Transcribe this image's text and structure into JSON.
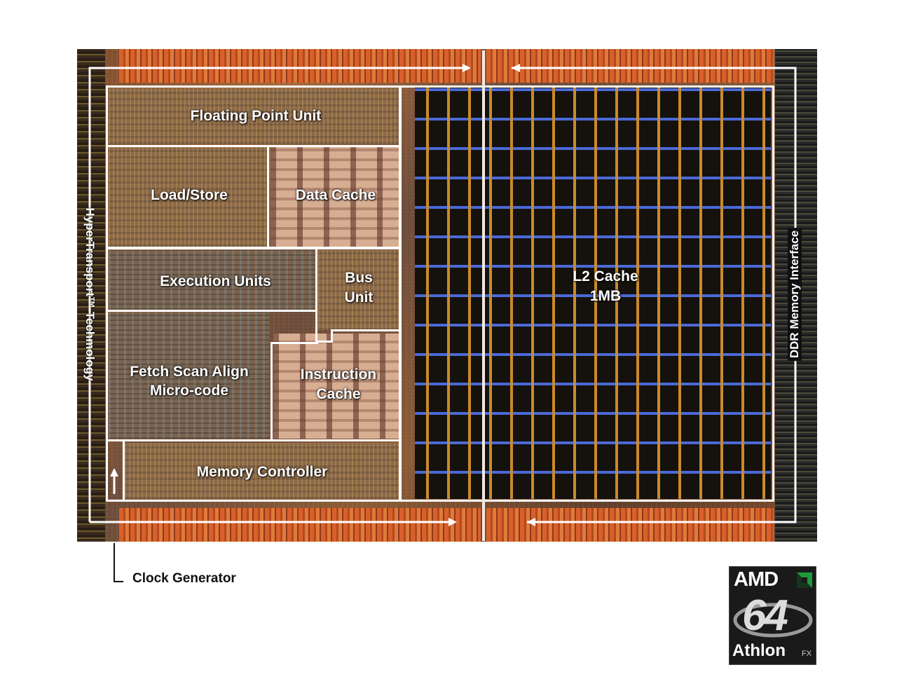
{
  "blocks": {
    "fpu": "Floating Point Unit",
    "load_store": "Load/Store",
    "data_cache": "Data Cache",
    "execution_units": "Execution Units",
    "bus_unit_line1": "Bus",
    "bus_unit_line2": "Unit",
    "fetch_line1": "Fetch Scan Align",
    "fetch_line2": "Micro-code",
    "icache_line1": "Instruction",
    "icache_line2": "Cache",
    "memory_controller": "Memory Controller",
    "l2_line1": "L2 Cache",
    "l2_line2": "1MB"
  },
  "side_labels": {
    "hypertransport": "HyperTransport™ Techmology",
    "ddr": "DDR Memory Interface"
  },
  "callouts": {
    "clock_generator": "Clock Generator"
  },
  "logo": {
    "brand": "AMD",
    "number": "64",
    "product": "Athlon",
    "suffix": "FX"
  }
}
